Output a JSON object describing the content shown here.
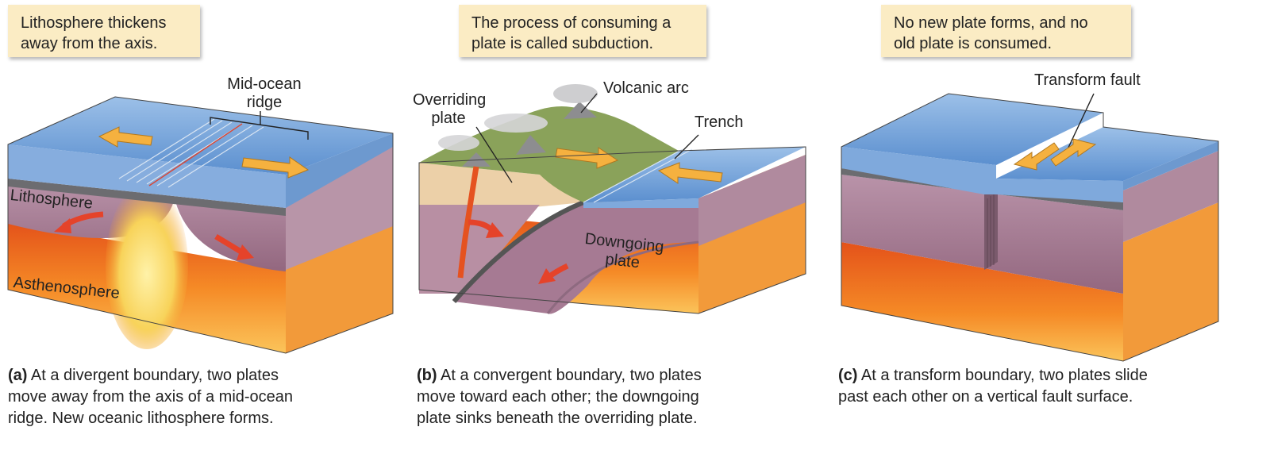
{
  "panel_a": {
    "note": {
      "line1": "Lithosphere thickens",
      "line2": "away from the axis."
    },
    "labels": {
      "ridge_line1": "Mid-ocean",
      "ridge_line2": "ridge",
      "lithosphere": "Lithosphere",
      "asthenosphere": "Asthenosphere"
    },
    "caption": {
      "letter": "(a)",
      "line1": " At a divergent boundary, two plates",
      "line2": "move away from the axis of a mid-ocean",
      "line3": "ridge. New oceanic lithosphere forms."
    }
  },
  "panel_b": {
    "note": {
      "line1": "The process of consuming a",
      "line2": "plate is called subduction."
    },
    "labels": {
      "overriding_line1": "Overriding",
      "overriding_line2": "plate",
      "volcanic_arc": "Volcanic arc",
      "trench": "Trench",
      "downgoing_line1": "Downgoing",
      "downgoing_line2": "plate"
    },
    "caption": {
      "letter": "(b)",
      "line1": " At a convergent boundary, two plates",
      "line2": "move toward each other; the downgoing",
      "line3": "plate sinks beneath the overriding plate."
    }
  },
  "panel_c": {
    "note": {
      "line1": "No new plate forms, and no",
      "line2": "old plate is consumed."
    },
    "labels": {
      "transform_fault": "Transform fault"
    },
    "caption": {
      "letter": "(c)",
      "line1": " At a transform boundary, two plates slide",
      "line2": "past each other on a vertical fault surface."
    }
  },
  "colors": {
    "ocean": "#6f9fd6",
    "lithosphere": "#a97f97",
    "asthenosphere": "#f07a1c",
    "arrow_orange": "#f5b13f",
    "arrow_red": "#e5432a",
    "note_bg": "#fbecc4"
  }
}
